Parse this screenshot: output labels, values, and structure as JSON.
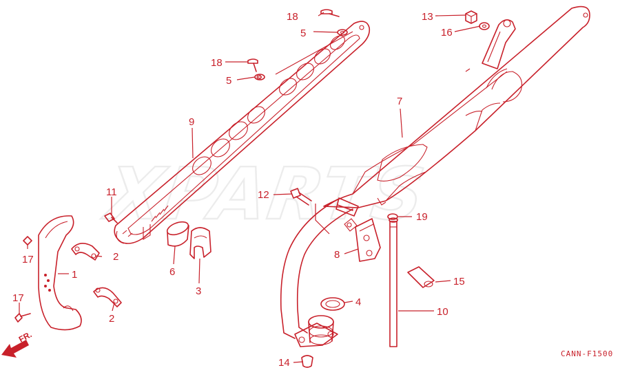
{
  "watermark": "XPARTS",
  "diagram_code": "CANN-F1500",
  "front_marker": "FR.",
  "colors": {
    "line": "#c8202a",
    "background": "#ffffff"
  },
  "callouts": [
    {
      "id": "c1",
      "number": "1"
    },
    {
      "id": "c2a",
      "number": "2"
    },
    {
      "id": "c2b",
      "number": "2"
    },
    {
      "id": "c3",
      "number": "3"
    },
    {
      "id": "c4",
      "number": "4"
    },
    {
      "id": "c5a",
      "number": "5"
    },
    {
      "id": "c5b",
      "number": "5"
    },
    {
      "id": "c6",
      "number": "6"
    },
    {
      "id": "c7",
      "number": "7"
    },
    {
      "id": "c8",
      "number": "8"
    },
    {
      "id": "c9",
      "number": "9"
    },
    {
      "id": "c10",
      "number": "10"
    },
    {
      "id": "c11",
      "number": "11"
    },
    {
      "id": "c12",
      "number": "12"
    },
    {
      "id": "c13",
      "number": "13"
    },
    {
      "id": "c14",
      "number": "14"
    },
    {
      "id": "c15",
      "number": "15"
    },
    {
      "id": "c16",
      "number": "16"
    },
    {
      "id": "c17a",
      "number": "17"
    },
    {
      "id": "c17b",
      "number": "17"
    },
    {
      "id": "c18a",
      "number": "18"
    },
    {
      "id": "c18b",
      "number": "18"
    },
    {
      "id": "c19",
      "number": "19"
    }
  ]
}
